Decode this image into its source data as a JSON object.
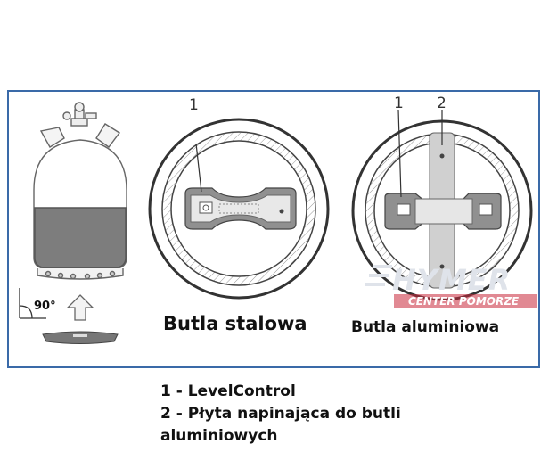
{
  "figure": {
    "steel_caption": "Butla stalowa",
    "aluminium_caption": "Butla aluminiowa",
    "callout_1": "1",
    "callout_2": "2",
    "angle_label": "90°"
  },
  "watermark": {
    "brand": "HYMER",
    "subtitle": "CENTER POMORZE"
  },
  "legend": {
    "item_1": "1 - LevelControl",
    "item_2_line1": "2 - Płyta napinająca do butli",
    "item_2_line2": "aluminiowych"
  },
  "colors": {
    "frame_border": "#3a6aa8",
    "liquid": "#7d7d7d",
    "watermark_red": "#c8283a"
  }
}
